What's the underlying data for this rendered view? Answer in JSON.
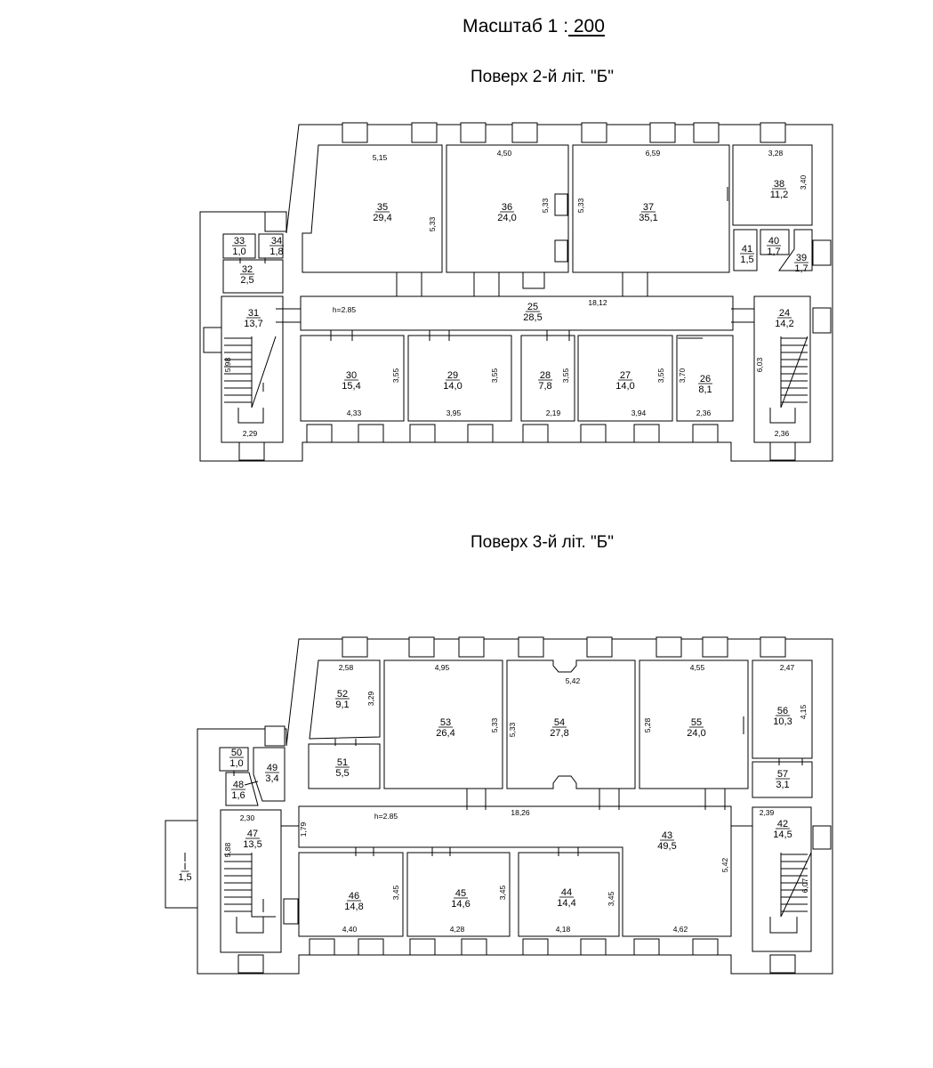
{
  "scale": {
    "label": "Масштаб  1 :",
    "value": " 200"
  },
  "floors": [
    {
      "title": "Поверх 2-й літ. \"Б\"",
      "height_note": "h=2.85",
      "rooms": [
        {
          "id": "35",
          "area": "29,4"
        },
        {
          "id": "36",
          "area": "24,0"
        },
        {
          "id": "37",
          "area": "35,1"
        },
        {
          "id": "38",
          "area": "11,2"
        },
        {
          "id": "33",
          "area": "1,0"
        },
        {
          "id": "34",
          "area": "1,8"
        },
        {
          "id": "32",
          "area": "2,5"
        },
        {
          "id": "41",
          "area": "1,5"
        },
        {
          "id": "40",
          "area": "1,7"
        },
        {
          "id": "39",
          "area": "1,7"
        },
        {
          "id": "31",
          "area": "13,7"
        },
        {
          "id": "25",
          "area": "28,5"
        },
        {
          "id": "24",
          "area": "14,2"
        },
        {
          "id": "30",
          "area": "15,4"
        },
        {
          "id": "29",
          "area": "14,0"
        },
        {
          "id": "28",
          "area": "7,8"
        },
        {
          "id": "27",
          "area": "14,0"
        },
        {
          "id": "26",
          "area": "8,1"
        }
      ],
      "dims": [
        "5,15",
        "5,33",
        "4,50",
        "5,33",
        "6,59",
        "5,33",
        "3,28",
        "3,40",
        "18,12",
        "5,98",
        "3,55",
        "4,33",
        "3,55",
        "3,95",
        "3,55",
        "2,19",
        "3,55",
        "3,94",
        "3,70",
        "2,36",
        "6,03",
        "2,29",
        "2,36"
      ]
    },
    {
      "title": "Поверх 3-й літ. \"Б\"",
      "height_note": "h=2.85",
      "rooms": [
        {
          "id": "52",
          "area": "9,1"
        },
        {
          "id": "53",
          "area": "26,4"
        },
        {
          "id": "54",
          "area": "27,8"
        },
        {
          "id": "55",
          "area": "24,0"
        },
        {
          "id": "56",
          "area": "10,3"
        },
        {
          "id": "51",
          "area": "5,5"
        },
        {
          "id": "57",
          "area": "3,1"
        },
        {
          "id": "50",
          "area": "1,0"
        },
        {
          "id": "49",
          "area": "3,4"
        },
        {
          "id": "48",
          "area": "1,6"
        },
        {
          "id": "47",
          "area": "13,5"
        },
        {
          "id": "43",
          "area": "49,5"
        },
        {
          "id": "42",
          "area": "14,5"
        },
        {
          "id": "46",
          "area": "14,8"
        },
        {
          "id": "45",
          "area": "14,6"
        },
        {
          "id": "44",
          "area": "14,4"
        },
        {
          "id": "I",
          "area": "1,5"
        }
      ],
      "dims": [
        "2,58",
        "3,29",
        "4,95",
        "5,33",
        "5,42",
        "5,33",
        "4,55",
        "5,28",
        "2,47",
        "4,15",
        "2,30",
        "1,79",
        "18,26",
        "2,39",
        "5,88",
        "3,45",
        "3,45",
        "3,45",
        "5,42",
        "6,07",
        "4,40",
        "4,28",
        "4,18",
        "4,62"
      ]
    }
  ]
}
